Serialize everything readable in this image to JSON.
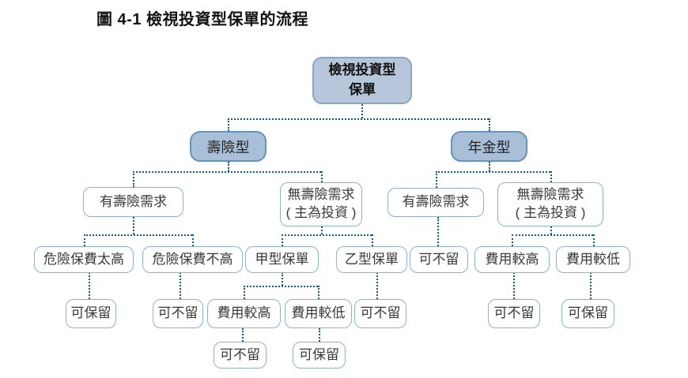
{
  "title": "圖 4-1 檢視投資型保單的流程",
  "colors": {
    "root_fill": "#b7c6da",
    "root_border": "#8aa5c2",
    "level2_fill": "#a9bfd7",
    "level2_border": "#6493bd",
    "leaf_fill": "#ffffff",
    "leaf_border": "#8fb2c8",
    "connector": "#17598a",
    "text": "#3a3a3a"
  },
  "nodes": {
    "root": {
      "line1": "檢視投資型",
      "line2": "保單"
    },
    "life": {
      "label": "壽險型"
    },
    "annuity": {
      "label": "年金型"
    },
    "life_need": {
      "label": "有壽險需求"
    },
    "life_noneed": {
      "line1": "無壽險需求",
      "line2": "( 主為投資 )"
    },
    "ann_need": {
      "label": "有壽險需求"
    },
    "ann_noneed": {
      "line1": "無壽險需求",
      "line2": "( 主為投資 )"
    },
    "risk_high": {
      "label": "危險保費太高"
    },
    "risk_low": {
      "label": "危險保費不高"
    },
    "type_a": {
      "label": "甲型保單"
    },
    "type_b": {
      "label": "乙型保單"
    },
    "ann_need_result": {
      "label": "可不留"
    },
    "ann_fee_high": {
      "label": "費用較高"
    },
    "ann_fee_low": {
      "label": "費用較低"
    },
    "risk_high_result": {
      "label": "可保留"
    },
    "risk_low_result": {
      "label": "可不留"
    },
    "a_fee_high": {
      "label": "費用較高"
    },
    "a_fee_low": {
      "label": "費用較低"
    },
    "type_b_result": {
      "label": "可不留"
    },
    "ann_fee_high_result": {
      "label": "可不留"
    },
    "ann_fee_low_result": {
      "label": "可保留"
    },
    "a_fee_high_result": {
      "label": "可不留"
    },
    "a_fee_low_result": {
      "label": "可保留"
    }
  }
}
